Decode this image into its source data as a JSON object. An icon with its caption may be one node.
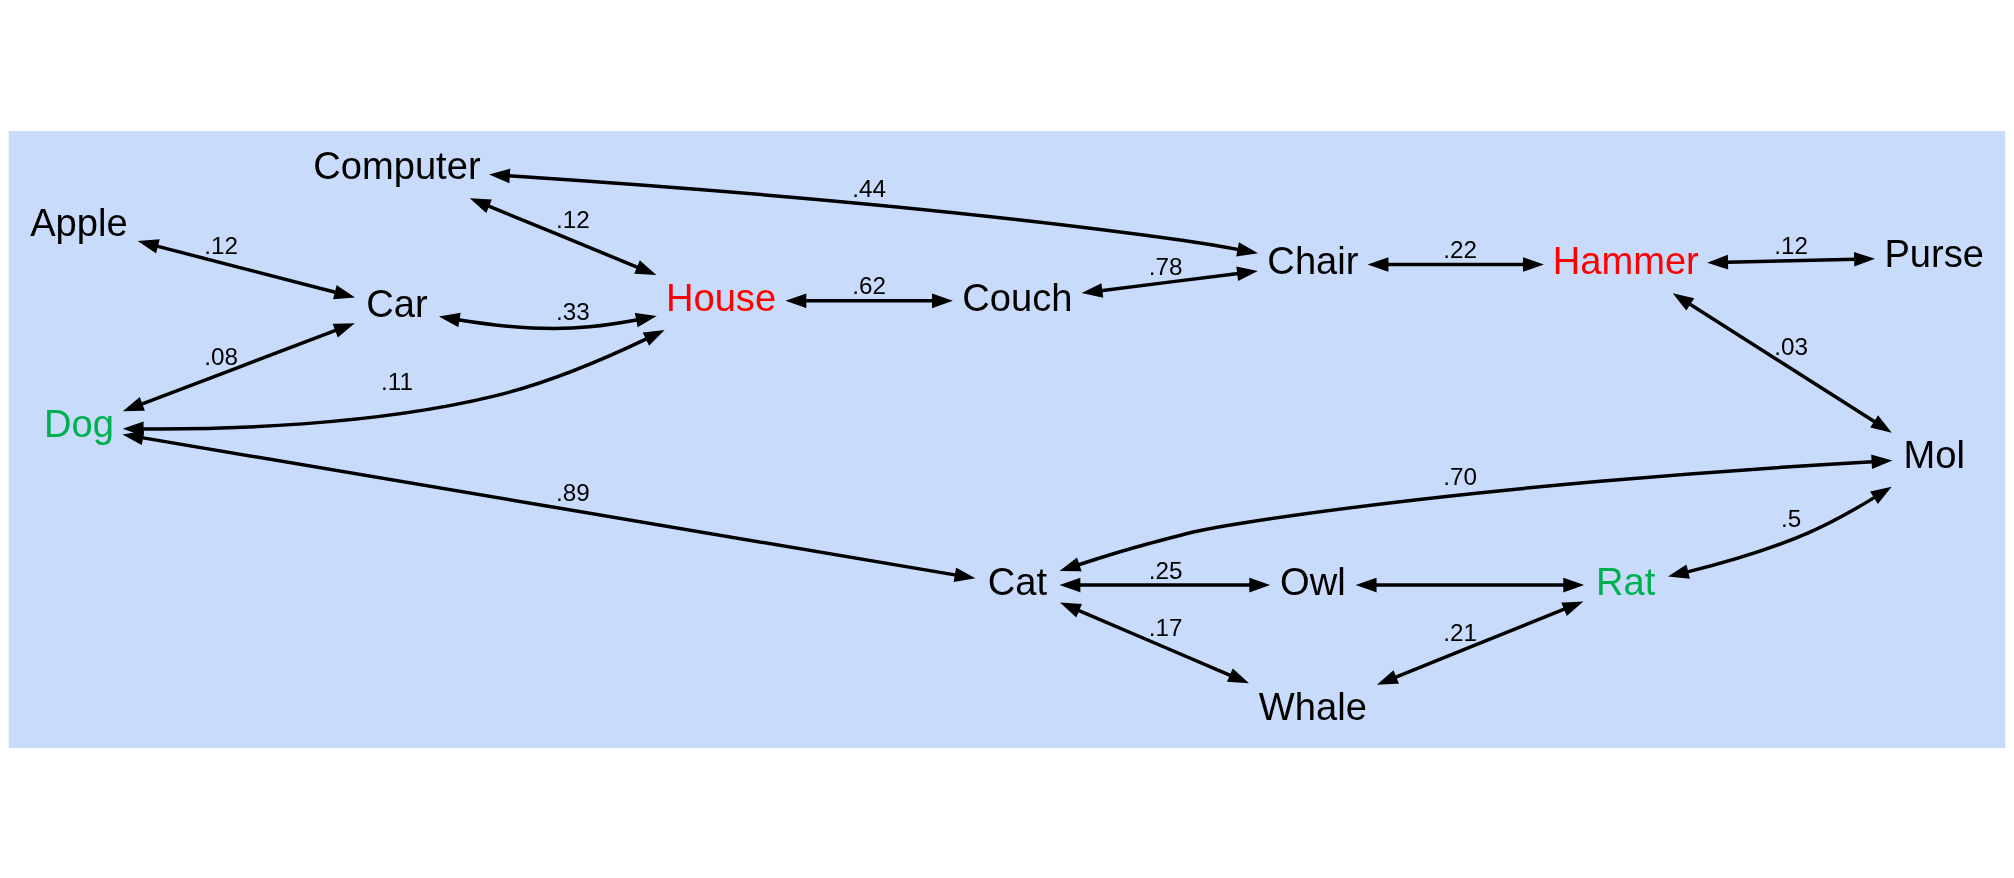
{
  "diagram": {
    "nodes": [
      {
        "text": [
          "Apple"
        ]
      },
      {
        "text": [
          "Car"
        ]
      },
      {
        "text": [
          "Computer"
        ]
      },
      {
        "text": [
          "Chair"
        ]
      },
      {
        "text": [
          "House"
        ]
      },
      {
        "text": [
          "Hammer"
        ]
      },
      {
        "text": [
          "Couch"
        ]
      },
      {
        "text": [
          "Purse"
        ]
      },
      {
        "text": [
          "Cat"
        ]
      },
      {
        "text": [
          "Whale"
        ]
      },
      {
        "text": [
          "Dog"
        ]
      },
      {
        "text": [
          "Owl"
        ]
      },
      {
        "text": [
          "Rat"
        ]
      },
      {
        "text": [
          "Mol"
        ]
      }
    ],
    "edges": [
      {
        "from": 0,
        "to": 1,
        "arrow": "both",
        "label": ".12"
      },
      {
        "from": 1,
        "to": 4,
        "arrow": "both",
        "label": ".33"
      },
      {
        "from": 10,
        "to": 1,
        "arrow": "both",
        "label": ".08"
      },
      {
        "from": 10,
        "to": 4,
        "arrow": "both",
        "label": ".11"
      },
      {
        "from": 10,
        "to": 8,
        "arrow": "both",
        "label": ".89"
      },
      {
        "from": 2,
        "to": 3,
        "arrow": "both",
        "label": ".44"
      },
      {
        "from": 2,
        "to": 4,
        "arrow": "both",
        "label": ".12"
      },
      {
        "from": 4,
        "to": 6,
        "arrow": "both",
        "label": ".62"
      },
      {
        "from": 6,
        "to": 3,
        "arrow": "both",
        "label": ".78"
      },
      {
        "from": 3,
        "to": 5,
        "arrow": "both",
        "label": ".22"
      },
      {
        "from": 5,
        "to": 7,
        "arrow": "both",
        "label": ".12"
      },
      {
        "from": 5,
        "to": 13,
        "arrow": "both",
        "label": ".03"
      },
      {
        "from": 8,
        "to": 9,
        "arrow": "both",
        "label": ".17"
      },
      {
        "from": 8,
        "to": 13,
        "arrow": "both",
        "label": ".70"
      },
      {
        "from": 8,
        "to": 11,
        "arrow": "both",
        "label": ".25"
      },
      {
        "from": 11,
        "to": 12,
        "arrow": "both"
      },
      {
        "from": 9,
        "to": 12,
        "arrow": "both",
        "label": ".21"
      },
      {
        "from": 12,
        "to": 13,
        "arrow": "both",
        "label": ".5"
      }
    ]
  }
}
